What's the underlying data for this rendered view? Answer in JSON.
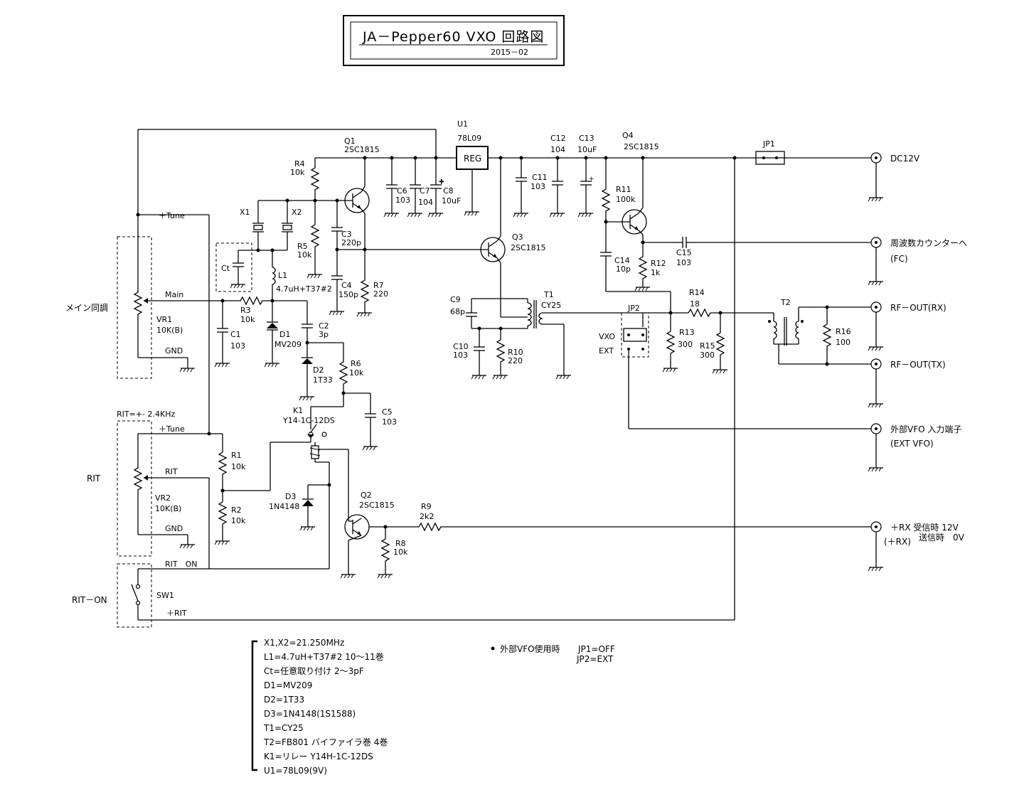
{
  "title": {
    "main": "JA－Pepper60 VXO 回路図",
    "date": "2015－02"
  },
  "components": {
    "U1": {
      "ref": "U1",
      "value": "78L09",
      "body": "REG"
    },
    "Q1": {
      "ref": "Q1",
      "value": "2SC1815"
    },
    "Q2": {
      "ref": "Q2",
      "value": "2SC1815"
    },
    "Q3": {
      "ref": "Q3",
      "value": "2SC1815"
    },
    "Q4": {
      "ref": "Q4",
      "value": "2SC1815"
    },
    "R1": {
      "ref": "R1",
      "value": "10k"
    },
    "R2": {
      "ref": "R2",
      "value": "10k"
    },
    "R3": {
      "ref": "R3",
      "value": "10k"
    },
    "R4": {
      "ref": "R4",
      "value": "10k"
    },
    "R5": {
      "ref": "R5",
      "value": "10k"
    },
    "R6": {
      "ref": "R6",
      "value": "10k"
    },
    "R7": {
      "ref": "R7",
      "value": "220"
    },
    "R8": {
      "ref": "R8",
      "value": "10k"
    },
    "R9": {
      "ref": "R9",
      "value": "2k2"
    },
    "R10": {
      "ref": "R10",
      "value": "220"
    },
    "R11": {
      "ref": "R11",
      "value": "100k"
    },
    "R12": {
      "ref": "R12",
      "value": "1k"
    },
    "R13": {
      "ref": "R13",
      "value": "300"
    },
    "R14": {
      "ref": "R14",
      "value": "18"
    },
    "R15": {
      "ref": "R15",
      "value": "300"
    },
    "R16": {
      "ref": "R16",
      "value": "100"
    },
    "C1": {
      "ref": "C1",
      "value": "103"
    },
    "C2": {
      "ref": "C2",
      "value": "3p"
    },
    "C3": {
      "ref": "C3",
      "value": "220p"
    },
    "C4": {
      "ref": "C4",
      "value": "150p"
    },
    "C5": {
      "ref": "C5",
      "value": "103"
    },
    "C6": {
      "ref": "C6",
      "value": "103"
    },
    "C7": {
      "ref": "C7",
      "value": "104"
    },
    "C8": {
      "ref": "C8",
      "value": "10uF"
    },
    "C9": {
      "ref": "C9",
      "value": "68p"
    },
    "C10": {
      "ref": "C10",
      "value": "103"
    },
    "C11": {
      "ref": "C11",
      "value": "103"
    },
    "C12": {
      "ref": "C12",
      "value": "104"
    },
    "C13": {
      "ref": "C13",
      "value": "10uF"
    },
    "C14": {
      "ref": "C14",
      "value": "10p"
    },
    "C15": {
      "ref": "C15",
      "value": "103"
    },
    "X1": {
      "ref": "X1"
    },
    "X2": {
      "ref": "X2"
    },
    "Ct": {
      "ref": "Ct"
    },
    "L1": {
      "ref": "L1",
      "value": "4.7uH+T37#2"
    },
    "D1": {
      "ref": "D1",
      "value": "MV209"
    },
    "D2": {
      "ref": "D2",
      "value": "1T33"
    },
    "D3": {
      "ref": "D3",
      "value": "1N4148"
    },
    "K1": {
      "ref": "K1",
      "value": "Y14-1C-12DS"
    },
    "T1": {
      "ref": "T1",
      "value": "CY25"
    },
    "T2": {
      "ref": "T2"
    },
    "JP1": {
      "ref": "JP1"
    },
    "JP2": {
      "ref": "JP2",
      "opt1": "VXO",
      "opt2": "EXT"
    },
    "VR1": {
      "ref": "VR1",
      "value": "10K(B)"
    },
    "VR2": {
      "ref": "VR2",
      "value": "10K(B)"
    },
    "SW1": {
      "ref": "SW1"
    }
  },
  "nets": {
    "tune": "＋Tune",
    "main": "Main",
    "gnd": "GND",
    "rit": "RIT",
    "rit_on": "RIT　ON",
    "plus_rit": "＋RIT",
    "rit_range": "RIT=+- 2.4KHz"
  },
  "blocks": {
    "main_tuning": "メイン同調",
    "rit": "RIT",
    "rit_on": "RIT－ON"
  },
  "connectors": {
    "dc12v": "DC12V",
    "fc": "周波数カウンターへ",
    "fc_sub": "(FC)",
    "rf_rx": "RF－OUT(RX)",
    "rf_tx": "RF－OUT(TX)",
    "ext_vfo": "外部VFO 入力端子",
    "ext_vfo_sub": "(EXT VFO)",
    "rx": "＋RX 受信時 12V",
    "tx": "送信時　0V",
    "rx_sub": "(＋RX)"
  },
  "notes": {
    "parts": [
      "X1,X2=21.250MHz",
      "L1=4.7uH+T37#2 10～11巻",
      "Ct=任意取り付け 2～3pF",
      "D1=MV209",
      "D2=1T33",
      "D3=1N4148(1S1588)",
      "T1=CY25",
      "T2=FB801 バイファイラ巻 4巻",
      "K1=リレー Y14H-1C-12DS",
      "U1=78L09(9V)"
    ],
    "ext_title": "外部VFO使用時",
    "ext_jp1": "JP1=OFF",
    "ext_jp2": "JP2=EXT"
  }
}
